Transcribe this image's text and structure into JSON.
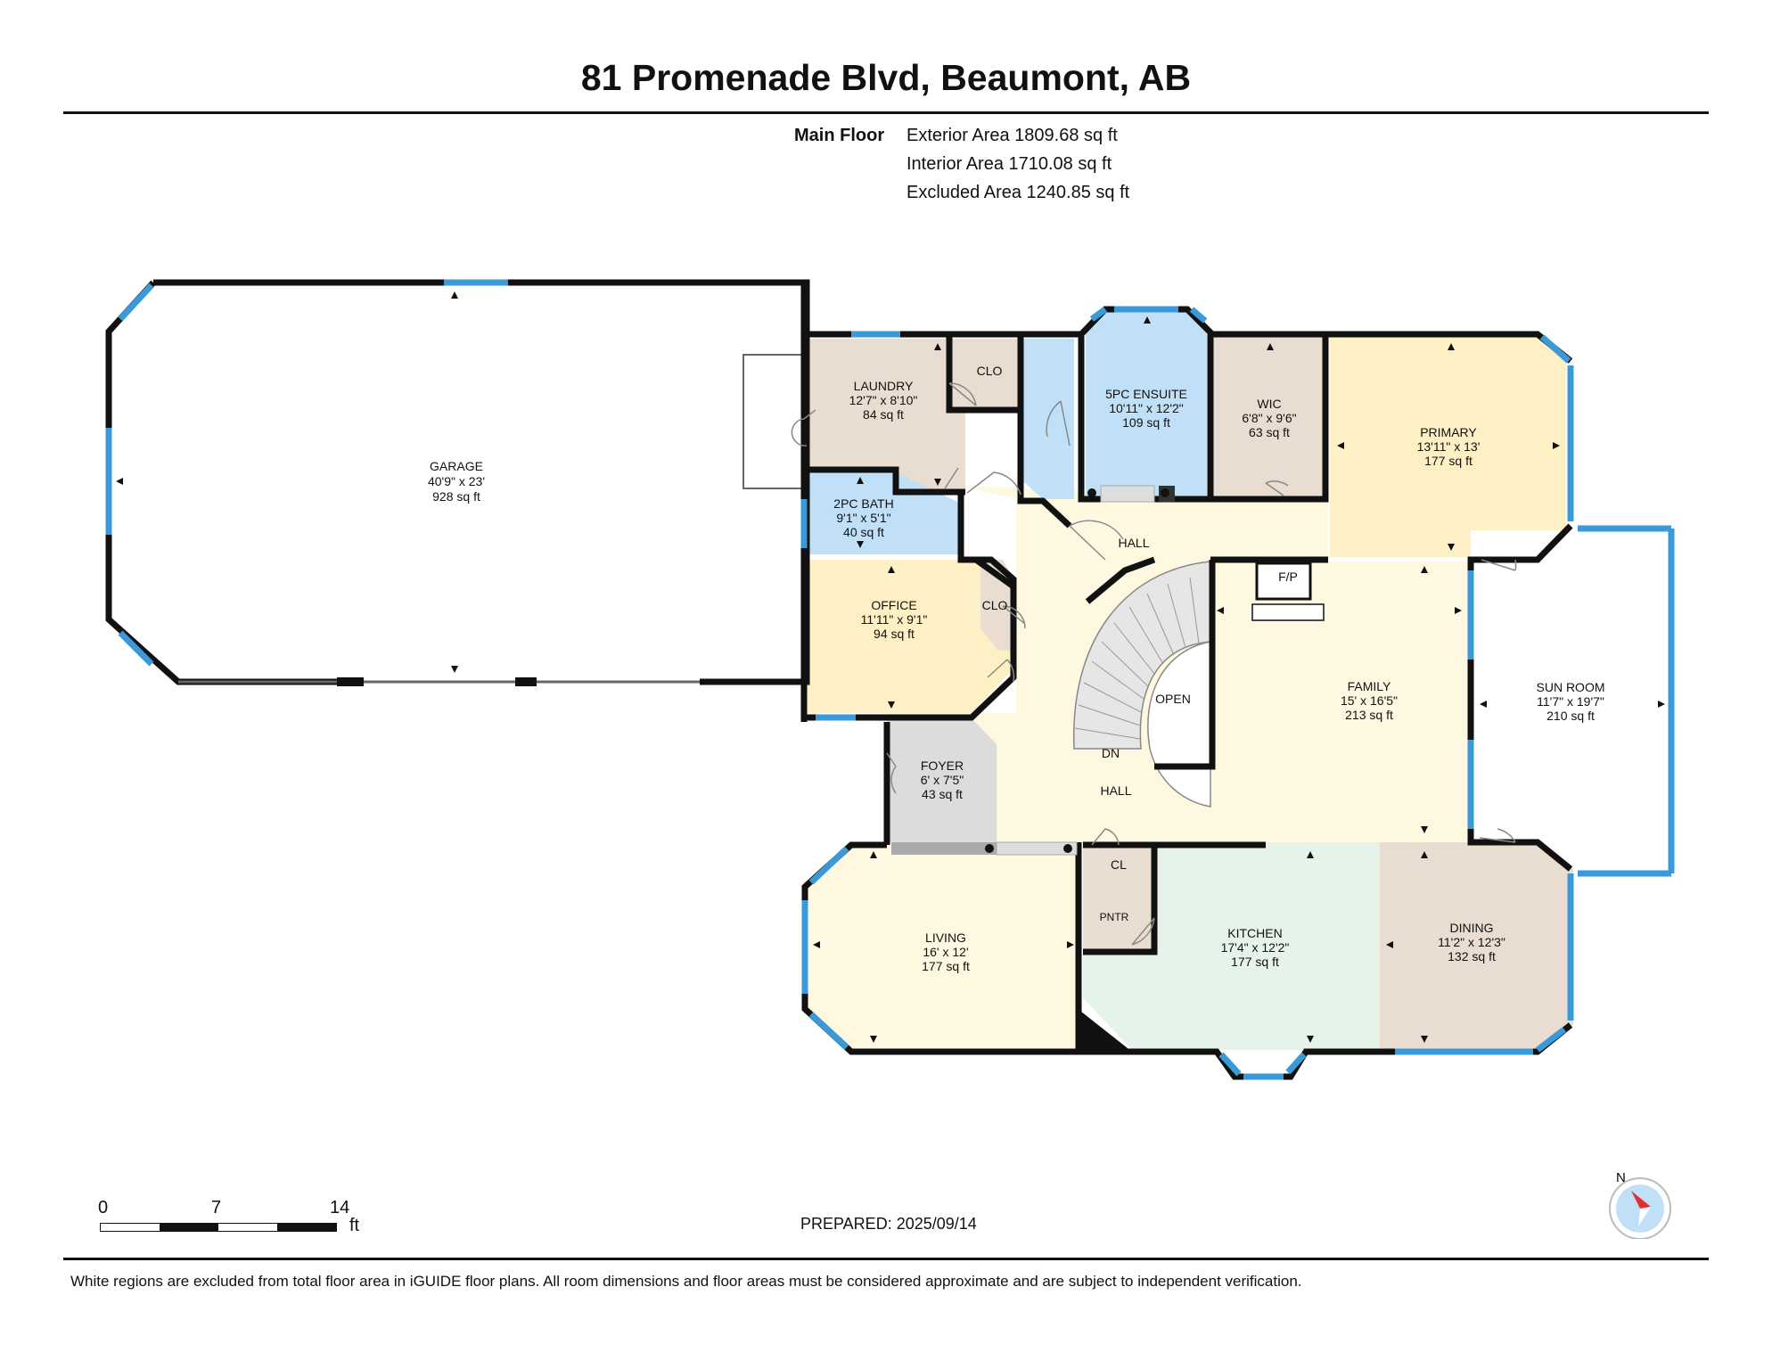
{
  "title": "81 Promenade Blvd, Beaumont, AB",
  "floor": {
    "label": "Main Floor",
    "areas": [
      "Exterior Area 1809.68 sq ft",
      "Interior Area 1710.08 sq ft",
      "Excluded Area 1240.85 sq ft"
    ]
  },
  "rooms": {
    "garage": {
      "name": "GARAGE",
      "dims": "40'9\" x 23'",
      "area": "928 sq ft"
    },
    "laundry": {
      "name": "LAUNDRY",
      "dims": "12'7\" x 8'10\"",
      "area": "84 sq ft"
    },
    "clo_laundry": {
      "name": "CLO"
    },
    "ensuite": {
      "name": "5PC ENSUITE",
      "dims": "10'11\" x 12'2\"",
      "area": "109 sq ft"
    },
    "wic": {
      "name": "WIC",
      "dims": "6'8\" x 9'6\"",
      "area": "63 sq ft"
    },
    "primary": {
      "name": "PRIMARY",
      "dims": "13'11\" x 13'",
      "area": "177 sq ft"
    },
    "bath2": {
      "name": "2PC BATH",
      "dims": "9'1\" x 5'1\"",
      "area": "40 sq ft"
    },
    "office": {
      "name": "OFFICE",
      "dims": "11'11\" x 9'1\"",
      "area": "94 sq ft"
    },
    "clo_office": {
      "name": "CLO"
    },
    "hall_upper": {
      "name": "HALL"
    },
    "fp": {
      "name": "F/P"
    },
    "open": {
      "name": "OPEN"
    },
    "dn": {
      "name": "DN"
    },
    "family": {
      "name": "FAMILY",
      "dims": "15' x 16'5\"",
      "area": "213 sq ft"
    },
    "sunroom": {
      "name": "SUN ROOM",
      "dims": "11'7\" x 19'7\"",
      "area": "210 sq ft"
    },
    "foyer": {
      "name": "FOYER",
      "dims": "6' x 7'5\"",
      "area": "43 sq ft"
    },
    "hall_lower": {
      "name": "HALL"
    },
    "cl": {
      "name": "CL"
    },
    "pntr": {
      "name": "PNTR"
    },
    "living": {
      "name": "LIVING",
      "dims": "16' x 12'",
      "area": "177 sq ft"
    },
    "kitchen": {
      "name": "KITCHEN",
      "dims": "17'4\" x 12'2\"",
      "area": "177 sq ft"
    },
    "dining": {
      "name": "DINING",
      "dims": "11'2\" x 12'3\"",
      "area": "132 sq ft"
    }
  },
  "scale": {
    "ticks": [
      "0",
      "7",
      "14"
    ],
    "unit": "ft"
  },
  "prepared": "PREPARED: 2025/09/14",
  "compass": {
    "label": "N"
  },
  "disclaimer": "White regions are excluded from total floor area in iGUIDE floor plans. All room dimensions and floor areas must be considered approximate and are subject to independent verification.",
  "colors": {
    "wall": "#111111",
    "window": "#3a9ad9",
    "laundry": "#e8ddd0",
    "bath": "#bfe0f7",
    "office": "#fdf0c4",
    "primary": "#fdf0c4",
    "hall": "#fff8e1",
    "foyer": "#dcdcdc",
    "kitchen": "#e5f3ea",
    "dining": "#e8ddd0",
    "living": "#fff8e1"
  }
}
